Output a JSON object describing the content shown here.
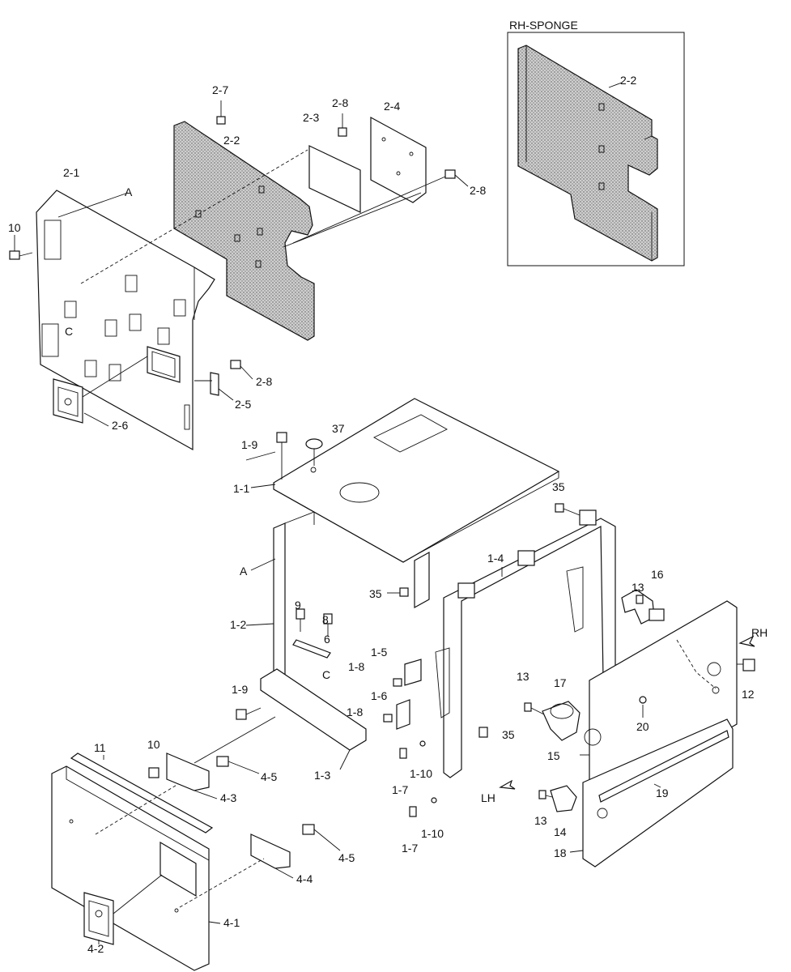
{
  "inset": {
    "title": "RH-SPONGE",
    "label": "2-2"
  },
  "directions": {
    "rh": "RH",
    "lh": "LH"
  },
  "labels": {
    "l2_7": "2-7",
    "l2_8a": "2-8",
    "l2_3": "2-3",
    "l2_4": "2-4",
    "l2_2": "2-2",
    "l2_1": "2-1",
    "lA1": "A",
    "l2_8b": "2-8",
    "l10a": "10",
    "lC1": "C",
    "l2_8c": "2-8",
    "l2_5": "2-5",
    "l2_6": "2-6",
    "l1_9a": "1-9",
    "l37": "37",
    "l1_1": "1-1",
    "l35a": "35",
    "lA2": "A",
    "l1_4": "1-4",
    "l35b": "35",
    "l13a": "13",
    "l16": "16",
    "l9": "9",
    "l8": "8",
    "l1_2": "1-2",
    "l6": "6",
    "lC2": "C",
    "l1_5": "1-5",
    "l1_8a": "1-8",
    "l1_6": "1-6",
    "l12": "12",
    "l1_8b": "1-8",
    "l13b": "13",
    "l17": "17",
    "l1_9b": "1-9",
    "l20": "20",
    "l35c": "35",
    "l15": "15",
    "l11": "11",
    "l10b": "10",
    "l1_3": "1-3",
    "l1_7a": "1-7",
    "l1_10a": "1-10",
    "l4_5a": "4-5",
    "l4_3": "4-3",
    "l19": "19",
    "l13c": "13",
    "l14": "14",
    "l1_10b": "1-10",
    "l1_7b": "1-7",
    "l18": "18",
    "l4_5b": "4-5",
    "l4_4": "4-4",
    "l4_1": "4-1",
    "l4_2": "4-2"
  }
}
